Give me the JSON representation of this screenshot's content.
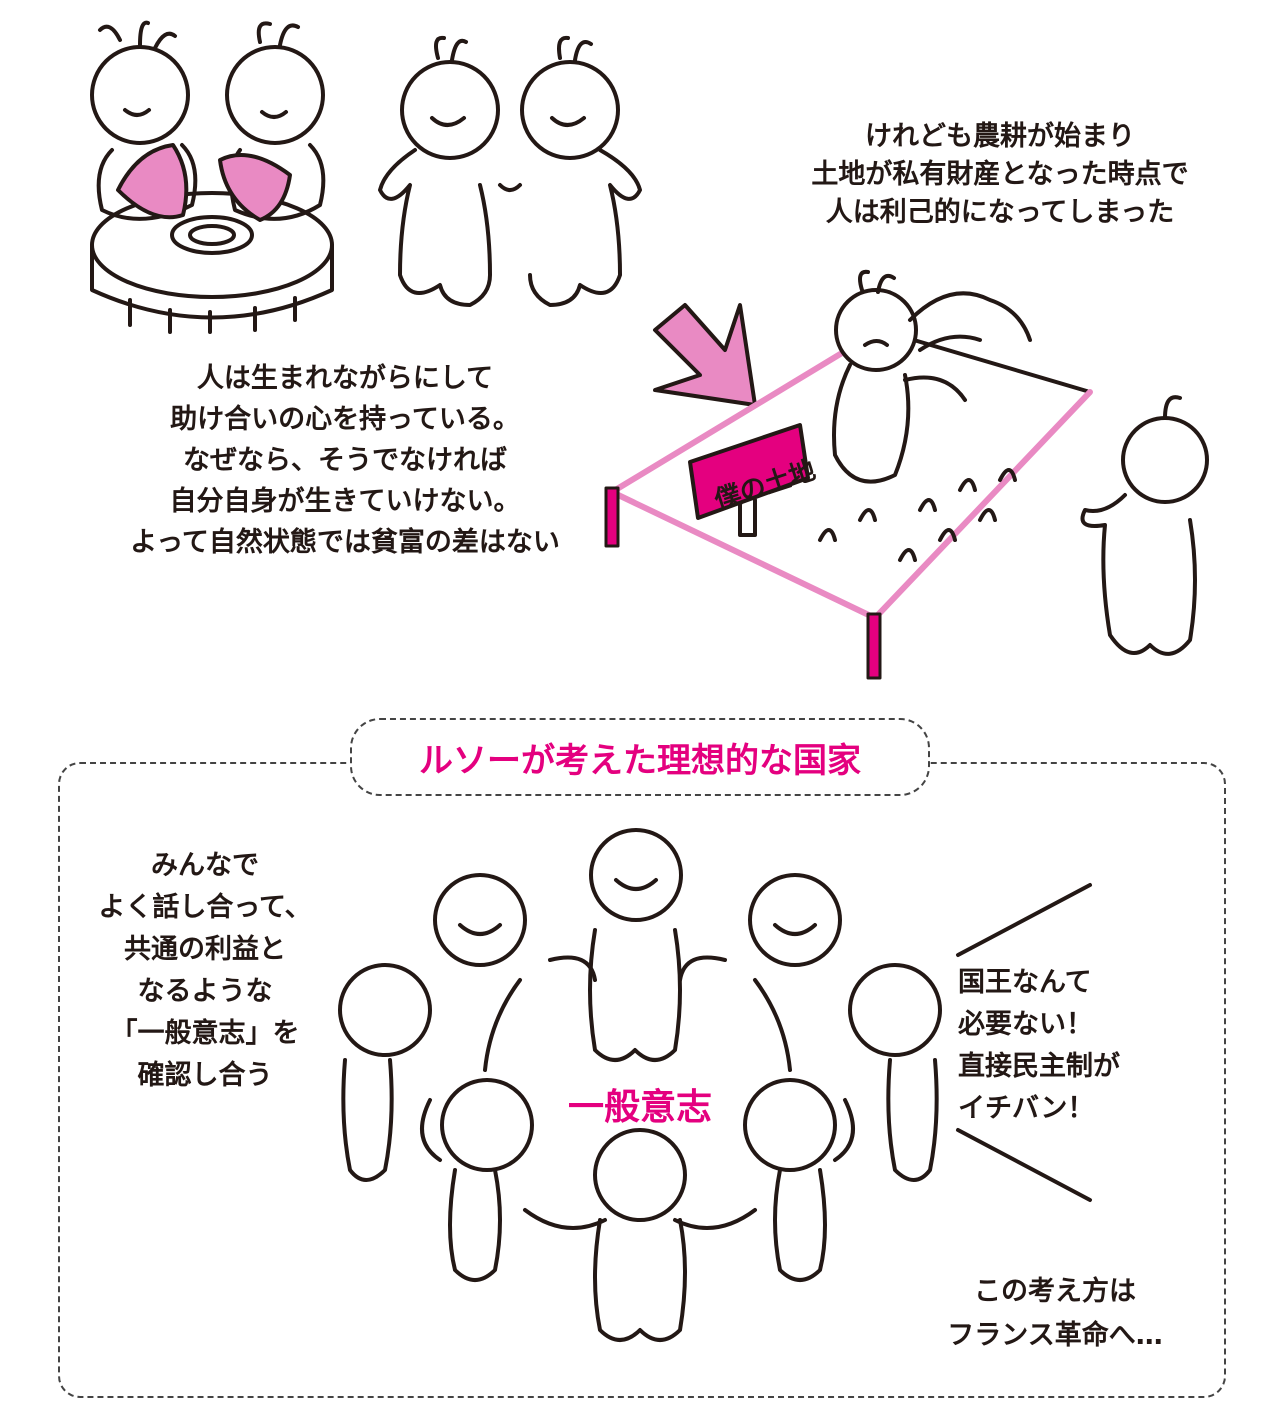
{
  "colors": {
    "accent": "#e4007f",
    "pink_fill": "#e98ac3",
    "ink": "#231815"
  },
  "top_right_caption": [
    "けれども農耕が始まり",
    "土地が私有財産となった時点で",
    "人は利己的になってしまった"
  ],
  "left_caption": [
    "人は生まれながらにして",
    "助け合いの心を持っている。",
    "なぜなら、そうでなければ",
    "自分自身が生きていけない。",
    "よって自然状態では貧富の差はない"
  ],
  "sign_text": "僕の土地",
  "section": {
    "title": "ルソーが考えた理想的な国家",
    "left_text": [
      "みんなで",
      "よく話し合って、",
      "共通の利益と",
      "なるような",
      "「一般意志」を",
      "確認し合う"
    ],
    "center_label": "一般意志",
    "right_bubble": [
      "国王なんて",
      "必要ない！",
      "直接民主制が",
      "イチバン！"
    ],
    "bottom_right_text": [
      "この考え方は",
      "フランス革命へ…"
    ]
  }
}
